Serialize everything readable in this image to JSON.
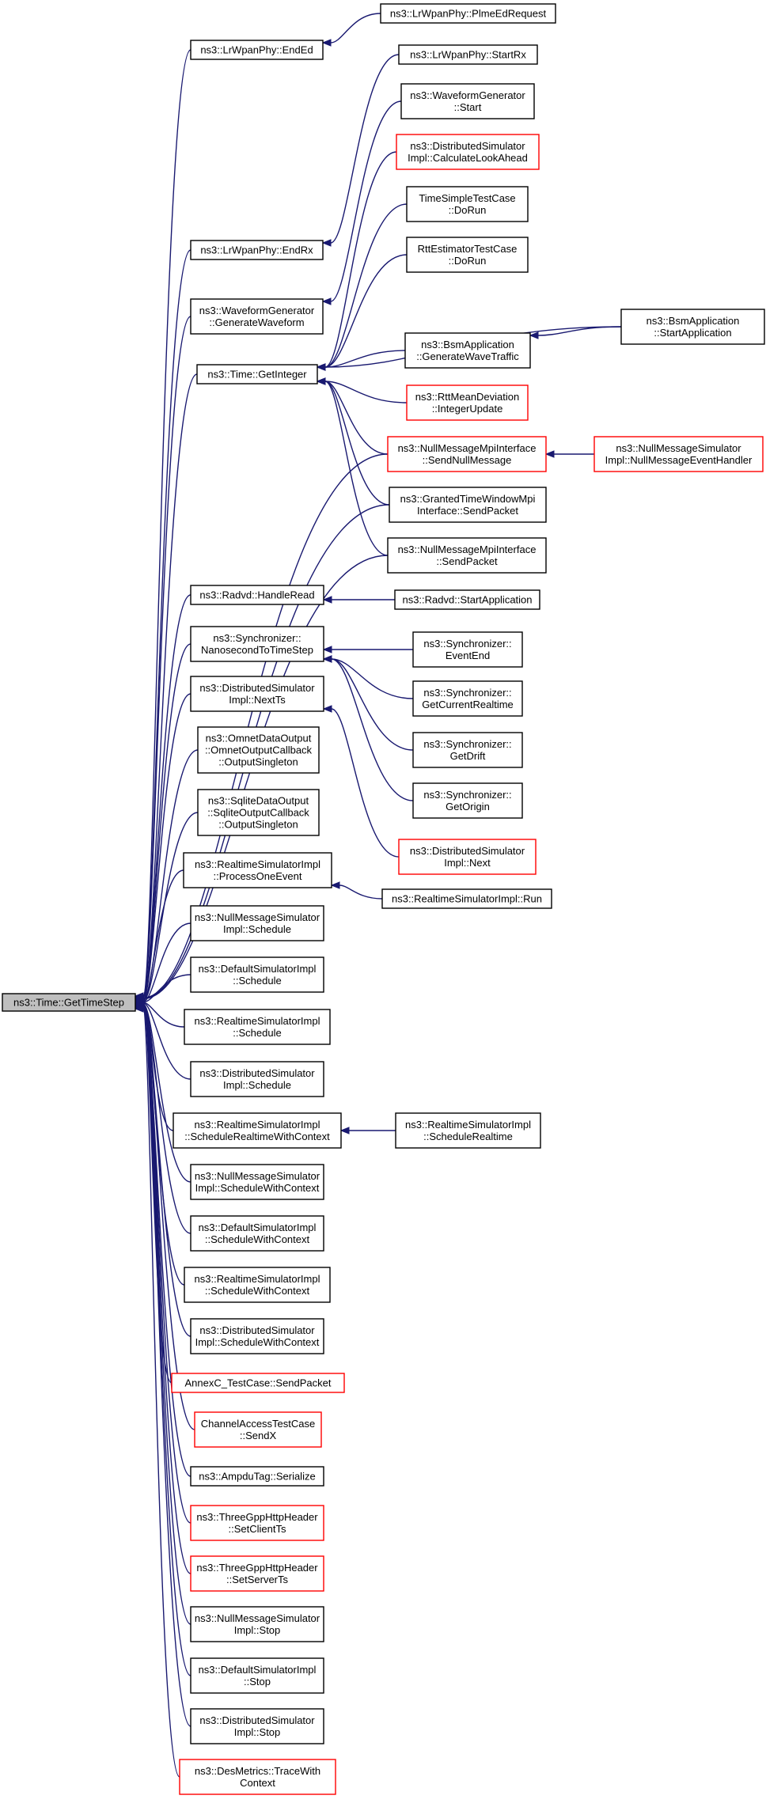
{
  "colors": {
    "edge": "#191970",
    "node_border": "#000000",
    "truncated_border": "#ff0000",
    "root_fill": "#bfbfbf",
    "background": "#ffffff"
  },
  "nodes": [
    {
      "id": "root",
      "lines": [
        "ns3::Time::GetTimeStep"
      ],
      "style": "root"
    },
    {
      "id": "endEd",
      "lines": [
        "ns3::LrWpanPhy::EndEd"
      ],
      "style": "normal"
    },
    {
      "id": "plmeEd",
      "lines": [
        "ns3::LrWpanPhy::PlmeEdRequest"
      ],
      "style": "normal"
    },
    {
      "id": "startRx",
      "lines": [
        "ns3::LrWpanPhy::StartRx"
      ],
      "style": "normal"
    },
    {
      "id": "wgStart",
      "lines": [
        "ns3::WaveformGenerator",
        "::Start"
      ],
      "style": "normal"
    },
    {
      "id": "dsCalc",
      "lines": [
        "ns3::DistributedSimulator",
        "Impl::CalculateLookAhead"
      ],
      "style": "truncated"
    },
    {
      "id": "tstc",
      "lines": [
        "TimeSimpleTestCase",
        "::DoRun"
      ],
      "style": "normal"
    },
    {
      "id": "endRx",
      "lines": [
        "ns3::LrWpanPhy::EndRx"
      ],
      "style": "normal"
    },
    {
      "id": "rttDoRun",
      "lines": [
        "RttEstimatorTestCase",
        "::DoRun"
      ],
      "style": "normal"
    },
    {
      "id": "wgGen",
      "lines": [
        "ns3::WaveformGenerator",
        "::GenerateWaveform"
      ],
      "style": "normal"
    },
    {
      "id": "bsmStart",
      "lines": [
        "ns3::BsmApplication",
        "::StartApplication"
      ],
      "style": "normal"
    },
    {
      "id": "bsmGen",
      "lines": [
        "ns3::BsmApplication",
        "::GenerateWaveTraffic"
      ],
      "style": "normal"
    },
    {
      "id": "getInt",
      "lines": [
        "ns3::Time::GetInteger"
      ],
      "style": "normal"
    },
    {
      "id": "rttMean",
      "lines": [
        "ns3::RttMeanDeviation",
        "::IntegerUpdate"
      ],
      "style": "truncated"
    },
    {
      "id": "nmmSend",
      "lines": [
        "ns3::NullMessageMpiInterface",
        "::SendNullMessage"
      ],
      "style": "truncated"
    },
    {
      "id": "nmsHandler",
      "lines": [
        "ns3::NullMessageSimulator",
        "Impl::NullMessageEventHandler"
      ],
      "style": "truncated"
    },
    {
      "id": "grantedSend",
      "lines": [
        "ns3::GrantedTimeWindowMpi",
        "Interface::SendPacket"
      ],
      "style": "normal"
    },
    {
      "id": "nmmPacket",
      "lines": [
        "ns3::NullMessageMpiInterface",
        "::SendPacket"
      ],
      "style": "normal"
    },
    {
      "id": "radvdHandle",
      "lines": [
        "ns3::Radvd::HandleRead"
      ],
      "style": "normal"
    },
    {
      "id": "radvdStart",
      "lines": [
        "ns3::Radvd::StartApplication"
      ],
      "style": "normal"
    },
    {
      "id": "syncNano",
      "lines": [
        "ns3::Synchronizer::",
        "NanosecondToTimeStep"
      ],
      "style": "normal"
    },
    {
      "id": "syncEventEnd",
      "lines": [
        "ns3::Synchronizer::",
        "EventEnd"
      ],
      "style": "normal"
    },
    {
      "id": "dsNextTs",
      "lines": [
        "ns3::DistributedSimulator",
        "Impl::NextTs"
      ],
      "style": "normal"
    },
    {
      "id": "syncCurrent",
      "lines": [
        "ns3::Synchronizer::",
        "GetCurrentRealtime"
      ],
      "style": "normal"
    },
    {
      "id": "syncDrift",
      "lines": [
        "ns3::Synchronizer::",
        "GetDrift"
      ],
      "style": "normal"
    },
    {
      "id": "omnet",
      "lines": [
        "ns3::OmnetDataOutput",
        "::OmnetOutputCallback",
        "::OutputSingleton"
      ],
      "style": "normal"
    },
    {
      "id": "syncOrigin",
      "lines": [
        "ns3::Synchronizer::",
        "GetOrigin"
      ],
      "style": "normal"
    },
    {
      "id": "sqlite",
      "lines": [
        "ns3::SqliteDataOutput",
        "::SqliteOutputCallback",
        "::OutputSingleton"
      ],
      "style": "normal"
    },
    {
      "id": "dsNext",
      "lines": [
        "ns3::DistributedSimulator",
        "Impl::Next"
      ],
      "style": "truncated"
    },
    {
      "id": "rsProcess",
      "lines": [
        "ns3::RealtimeSimulatorImpl",
        "::ProcessOneEvent"
      ],
      "style": "normal"
    },
    {
      "id": "rsRun",
      "lines": [
        "ns3::RealtimeSimulatorImpl::Run"
      ],
      "style": "normal"
    },
    {
      "id": "nmsSchedule",
      "lines": [
        "ns3::NullMessageSimulator",
        "Impl::Schedule"
      ],
      "style": "normal"
    },
    {
      "id": "defSchedule",
      "lines": [
        "ns3::DefaultSimulatorImpl",
        "::Schedule"
      ],
      "style": "normal"
    },
    {
      "id": "rsSchedule",
      "lines": [
        "ns3::RealtimeSimulatorImpl",
        "::Schedule"
      ],
      "style": "normal"
    },
    {
      "id": "dsSchedule",
      "lines": [
        "ns3::DistributedSimulator",
        "Impl::Schedule"
      ],
      "style": "normal"
    },
    {
      "id": "rsSchedRTCtx",
      "lines": [
        "ns3::RealtimeSimulatorImpl",
        "::ScheduleRealtimeWithContext"
      ],
      "style": "normal"
    },
    {
      "id": "rsSchedRT",
      "lines": [
        "ns3::RealtimeSimulatorImpl",
        "::ScheduleRealtime"
      ],
      "style": "normal"
    },
    {
      "id": "nmsSchedCtx",
      "lines": [
        "ns3::NullMessageSimulator",
        "Impl::ScheduleWithContext"
      ],
      "style": "normal"
    },
    {
      "id": "defSchedCtx",
      "lines": [
        "ns3::DefaultSimulatorImpl",
        "::ScheduleWithContext"
      ],
      "style": "normal"
    },
    {
      "id": "rsSchedCtx",
      "lines": [
        "ns3::RealtimeSimulatorImpl",
        "::ScheduleWithContext"
      ],
      "style": "normal"
    },
    {
      "id": "dsSchedCtx",
      "lines": [
        "ns3::DistributedSimulator",
        "Impl::ScheduleWithContext"
      ],
      "style": "normal"
    },
    {
      "id": "annexC",
      "lines": [
        "AnnexC_TestCase::SendPacket"
      ],
      "style": "truncated"
    },
    {
      "id": "chanAccess",
      "lines": [
        "ChannelAccessTestCase",
        "::SendX"
      ],
      "style": "truncated"
    },
    {
      "id": "ampdu",
      "lines": [
        "ns3::AmpduTag::Serialize"
      ],
      "style": "normal"
    },
    {
      "id": "httpClient",
      "lines": [
        "ns3::ThreeGppHttpHeader",
        "::SetClientTs"
      ],
      "style": "truncated"
    },
    {
      "id": "httpServer",
      "lines": [
        "ns3::ThreeGppHttpHeader",
        "::SetServerTs"
      ],
      "style": "truncated"
    },
    {
      "id": "nmsStop",
      "lines": [
        "ns3::NullMessageSimulator",
        "Impl::Stop"
      ],
      "style": "normal"
    },
    {
      "id": "defStop",
      "lines": [
        "ns3::DefaultSimulatorImpl",
        "::Stop"
      ],
      "style": "normal"
    },
    {
      "id": "dsStop",
      "lines": [
        "ns3::DistributedSimulator",
        "Impl::Stop"
      ],
      "style": "normal"
    },
    {
      "id": "desMetrics",
      "lines": [
        "ns3::DesMetrics::TraceWith",
        "Context"
      ],
      "style": "truncated"
    }
  ],
  "edges": [
    {
      "from": "endEd",
      "to": "root"
    },
    {
      "from": "endRx",
      "to": "root"
    },
    {
      "from": "wgGen",
      "to": "root"
    },
    {
      "from": "getInt",
      "to": "root"
    },
    {
      "from": "nmmSend",
      "to": "root"
    },
    {
      "from": "grantedSend",
      "to": "root"
    },
    {
      "from": "nmmPacket",
      "to": "root"
    },
    {
      "from": "radvdHandle",
      "to": "root"
    },
    {
      "from": "syncNano",
      "to": "root"
    },
    {
      "from": "dsNextTs",
      "to": "root"
    },
    {
      "from": "omnet",
      "to": "root"
    },
    {
      "from": "sqlite",
      "to": "root"
    },
    {
      "from": "rsProcess",
      "to": "root"
    },
    {
      "from": "nmsSchedule",
      "to": "root"
    },
    {
      "from": "defSchedule",
      "to": "root"
    },
    {
      "from": "rsSchedule",
      "to": "root"
    },
    {
      "from": "dsSchedule",
      "to": "root"
    },
    {
      "from": "rsSchedRTCtx",
      "to": "root"
    },
    {
      "from": "nmsSchedCtx",
      "to": "root"
    },
    {
      "from": "defSchedCtx",
      "to": "root"
    },
    {
      "from": "rsSchedCtx",
      "to": "root"
    },
    {
      "from": "dsSchedCtx",
      "to": "root"
    },
    {
      "from": "annexC",
      "to": "root"
    },
    {
      "from": "chanAccess",
      "to": "root"
    },
    {
      "from": "ampdu",
      "to": "root"
    },
    {
      "from": "httpClient",
      "to": "root"
    },
    {
      "from": "httpServer",
      "to": "root"
    },
    {
      "from": "nmsStop",
      "to": "root"
    },
    {
      "from": "defStop",
      "to": "root"
    },
    {
      "from": "dsStop",
      "to": "root"
    },
    {
      "from": "desMetrics",
      "to": "root"
    },
    {
      "from": "plmeEd",
      "to": "endEd"
    },
    {
      "from": "startRx",
      "to": "endRx"
    },
    {
      "from": "wgStart",
      "to": "wgGen"
    },
    {
      "from": "dsCalc",
      "to": "getInt"
    },
    {
      "from": "tstc",
      "to": "getInt"
    },
    {
      "from": "rttDoRun",
      "to": "getInt"
    },
    {
      "from": "bsmStart",
      "to": "getInt"
    },
    {
      "from": "bsmGen",
      "to": "getInt"
    },
    {
      "from": "rttMean",
      "to": "getInt"
    },
    {
      "from": "nmmSend",
      "to": "getInt"
    },
    {
      "from": "grantedSend",
      "to": "getInt"
    },
    {
      "from": "nmmPacket",
      "to": "getInt"
    },
    {
      "from": "bsmStart",
      "to": "bsmGen"
    },
    {
      "from": "nmsHandler",
      "to": "nmmSend"
    },
    {
      "from": "radvdStart",
      "to": "radvdHandle"
    },
    {
      "from": "syncEventEnd",
      "to": "syncNano"
    },
    {
      "from": "syncCurrent",
      "to": "syncNano"
    },
    {
      "from": "syncDrift",
      "to": "syncNano"
    },
    {
      "from": "syncOrigin",
      "to": "syncNano"
    },
    {
      "from": "dsNext",
      "to": "dsNextTs"
    },
    {
      "from": "rsRun",
      "to": "rsProcess"
    },
    {
      "from": "rsSchedRT",
      "to": "rsSchedRTCtx"
    }
  ]
}
